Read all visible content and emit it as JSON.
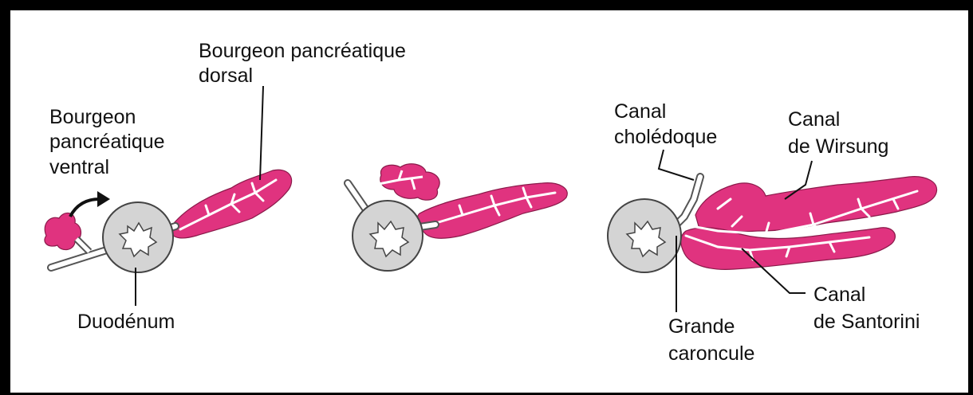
{
  "labels": {
    "dorsal_bud": [
      "Bourgeon pancréatique",
      "dorsal"
    ],
    "ventral_bud": [
      "Bourgeon",
      "pancréatique",
      "ventral"
    ],
    "duodenum": "Duodénum",
    "bile_duct": [
      "Canal",
      "cholédoque"
    ],
    "wirsung": [
      "Canal",
      "de Wirsung"
    ],
    "santorini": [
      "Canal",
      "de Santorini"
    ],
    "papilla": [
      "Grande",
      "caroncule"
    ]
  },
  "colors": {
    "pancreas": "#e0337f",
    "duodenum_fill": "#d4d4d4",
    "outline": "#333333",
    "frame": "#000000"
  }
}
